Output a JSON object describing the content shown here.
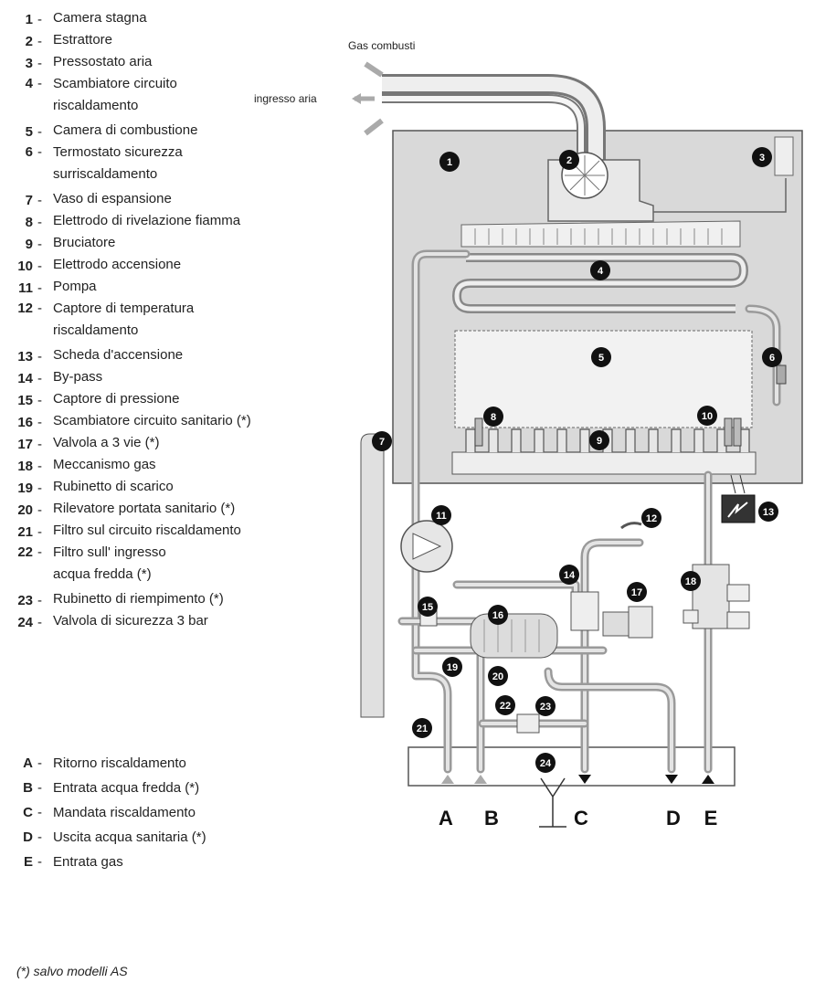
{
  "legend": [
    {
      "num": "1",
      "lines": [
        "Camera stagna"
      ]
    },
    {
      "num": "2",
      "lines": [
        "Estrattore"
      ]
    },
    {
      "num": "3",
      "lines": [
        "Pressostato aria"
      ]
    },
    {
      "num": "4",
      "lines": [
        "Scambiatore circuito",
        "riscaldamento"
      ]
    },
    {
      "num": "5",
      "lines": [
        "Camera di combustione"
      ]
    },
    {
      "num": "6",
      "lines": [
        "Termostato sicurezza",
        "surriscaldamento"
      ]
    },
    {
      "num": "7",
      "lines": [
        "Vaso di espansione"
      ]
    },
    {
      "num": "8",
      "lines": [
        "Elettrodo di rivelazione fiamma"
      ]
    },
    {
      "num": "9",
      "lines": [
        "Bruciatore"
      ]
    },
    {
      "num": "10",
      "lines": [
        "Elettrodo accensione"
      ]
    },
    {
      "num": "11",
      "lines": [
        "Pompa"
      ]
    },
    {
      "num": "12",
      "lines": [
        "Captore di temperatura",
        "riscaldamento"
      ]
    },
    {
      "num": "13",
      "lines": [
        "Scheda d'accensione"
      ]
    },
    {
      "num": "14",
      "lines": [
        "By-pass"
      ]
    },
    {
      "num": "15",
      "lines": [
        "Captore di pressione"
      ]
    },
    {
      "num": "16",
      "lines": [
        "Scambiatore circuito sanitario (*)"
      ]
    },
    {
      "num": "17",
      "lines": [
        "Valvola a 3 vie (*)"
      ]
    },
    {
      "num": "18",
      "lines": [
        "Meccanismo gas"
      ]
    },
    {
      "num": "19",
      "lines": [
        "Rubinetto di scarico"
      ]
    },
    {
      "num": "20",
      "lines": [
        "Rilevatore portata sanitario (*)"
      ]
    },
    {
      "num": "21",
      "lines": [
        "Filtro sul circuito riscaldamento"
      ]
    },
    {
      "num": "22",
      "lines": [
        "Filtro sull' ingresso",
        "acqua fredda (*)"
      ]
    },
    {
      "num": "23",
      "lines": [
        "Rubinetto di riempimento (*)"
      ]
    },
    {
      "num": "24",
      "lines": [
        "Valvola di sicurezza 3 bar"
      ]
    }
  ],
  "connections": [
    {
      "letter": "A",
      "label": "Ritorno riscaldamento"
    },
    {
      "letter": "B",
      "label": "Entrata acqua fredda (*)"
    },
    {
      "letter": "C",
      "label": "Mandata riscaldamento"
    },
    {
      "letter": "D",
      "label": "Uscita acqua sanitaria (*)"
    },
    {
      "letter": "E",
      "label": "Entrata gas"
    }
  ],
  "diagram": {
    "gas_label": "Gas combusti",
    "air_label": "ingresso aria"
  },
  "footnote": "(*) salvo modelli AS",
  "colors": {
    "housing": "#d9d9d9",
    "pipe": "#9a9a9a",
    "marker": "#111111"
  }
}
